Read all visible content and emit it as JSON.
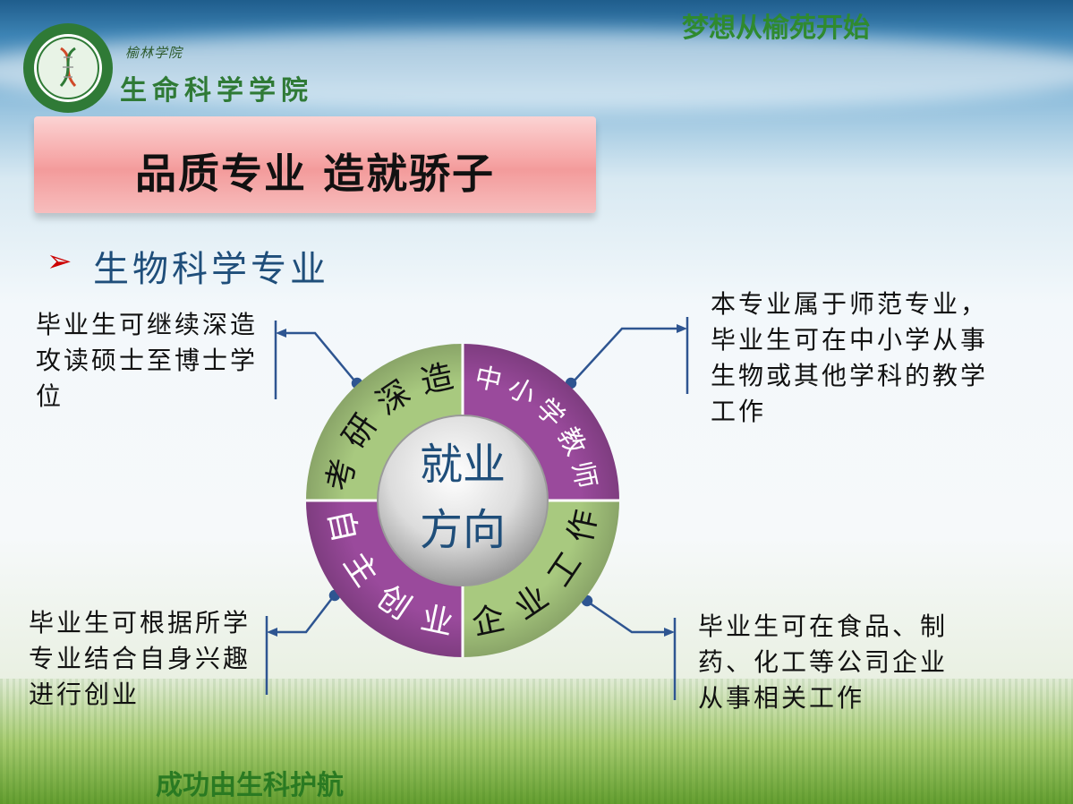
{
  "header": {
    "school_script": "榆林学院",
    "college_name": "生命科学学院",
    "slogan": "梦想从榆苑开始"
  },
  "banner": {
    "title": "品质专业  造就骄子"
  },
  "section": {
    "title": "生物科学专业"
  },
  "wheel": {
    "center_line1": "就业",
    "center_line2": "方向",
    "segments": [
      {
        "label": "考研深造",
        "color": "#a8c97f"
      },
      {
        "label": "中小学教师",
        "color": "#9a4a9c"
      },
      {
        "label": "企业工作",
        "color": "#a8c97f"
      },
      {
        "label": "自主创业",
        "color": "#9a4a9c"
      }
    ]
  },
  "notes": {
    "top_left": "毕业生可继续深造攻读硕士至博士学位",
    "top_right": "本专业属于师范专业，毕业生可在中小学从事生物或其他学科的教学工作",
    "bottom_left": "毕业生可根据所学专业结合自身兴趣进行创业",
    "bottom_right": "毕业生可在食品、制药、化工等公司企业从事相关工作"
  },
  "footer": {
    "slogan": "成功由生科护航"
  },
  "colors": {
    "connector": "#2e5591",
    "title_blue": "#1f4e7a",
    "slogan_green": "#2f8a2f"
  }
}
